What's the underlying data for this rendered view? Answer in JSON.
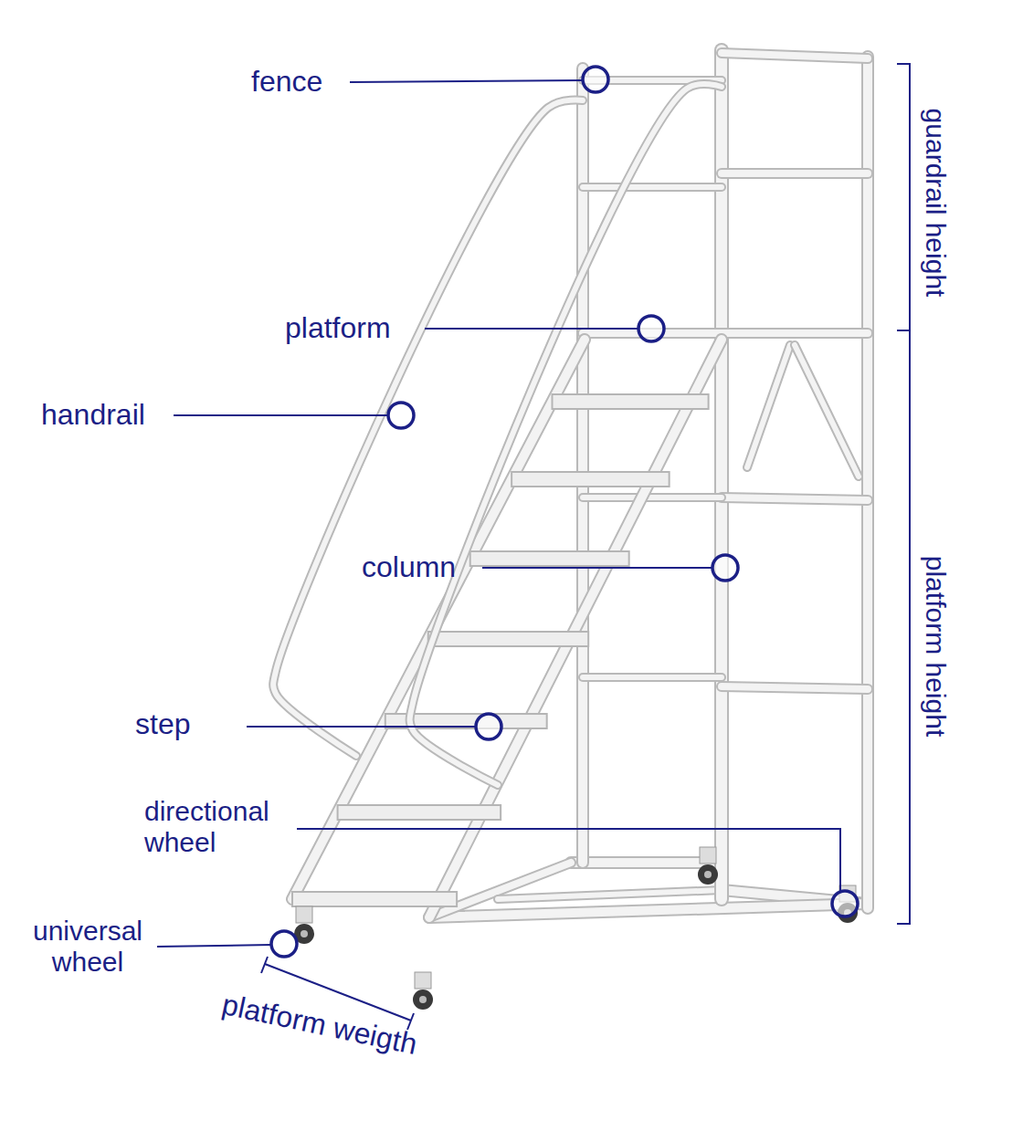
{
  "diagram": {
    "labels": [
      "fence",
      "platform",
      "handrail",
      "column",
      "step",
      "directional wheel",
      "universal wheel",
      "platform weigth",
      "guardrail height",
      "platform height"
    ]
  }
}
